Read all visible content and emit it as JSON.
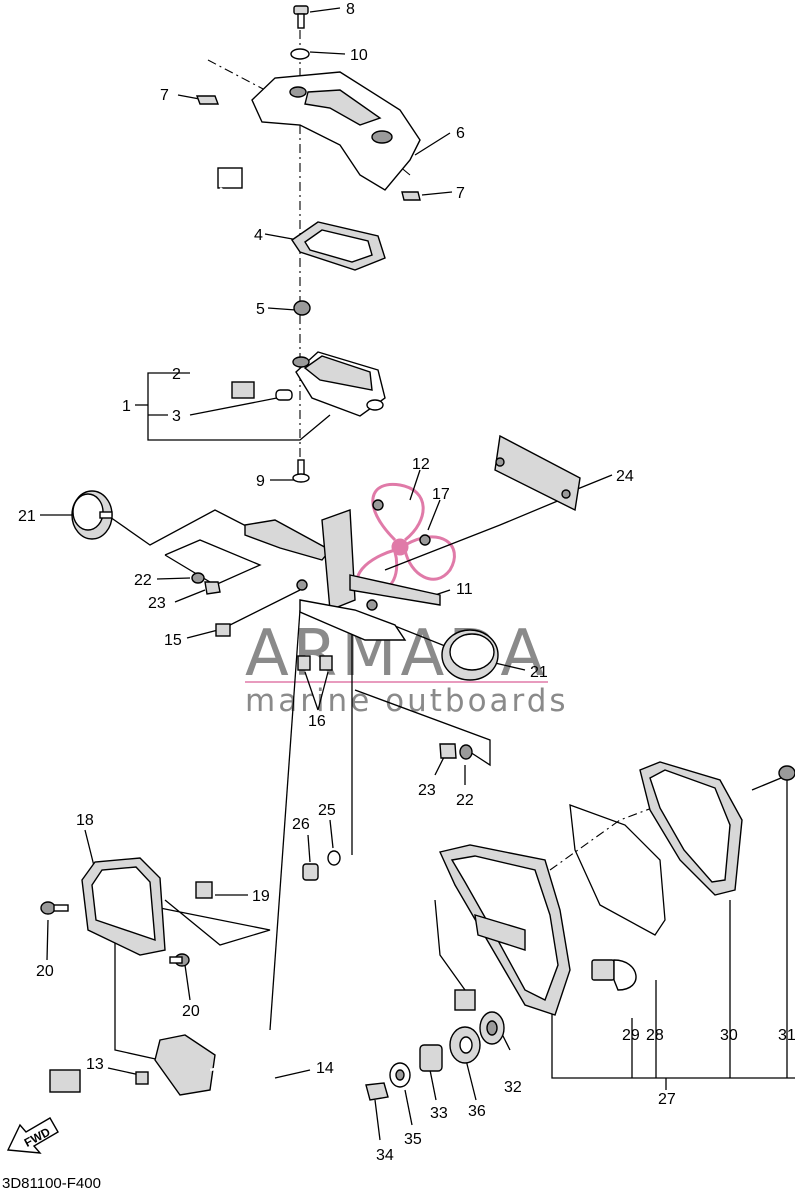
{
  "diagram_code": "3D81100-F400",
  "fwd_label": "FWD",
  "watermark": {
    "brand": "ARMADA",
    "tagline": "marine outboards",
    "brand_color": "#8a8a8a",
    "logo_color": "#e07aa8"
  },
  "callouts": [
    "8",
    "10",
    "7",
    "6",
    "7",
    "4",
    "5",
    "2",
    "1",
    "3",
    "9",
    "12",
    "17",
    "24",
    "21",
    "22",
    "23",
    "15",
    "11",
    "21",
    "16",
    "23",
    "22",
    "25",
    "26",
    "18",
    "19",
    "20",
    "20",
    "13",
    "14",
    "29",
    "28",
    "30",
    "31",
    "27",
    "32",
    "33",
    "36",
    "35",
    "34"
  ]
}
